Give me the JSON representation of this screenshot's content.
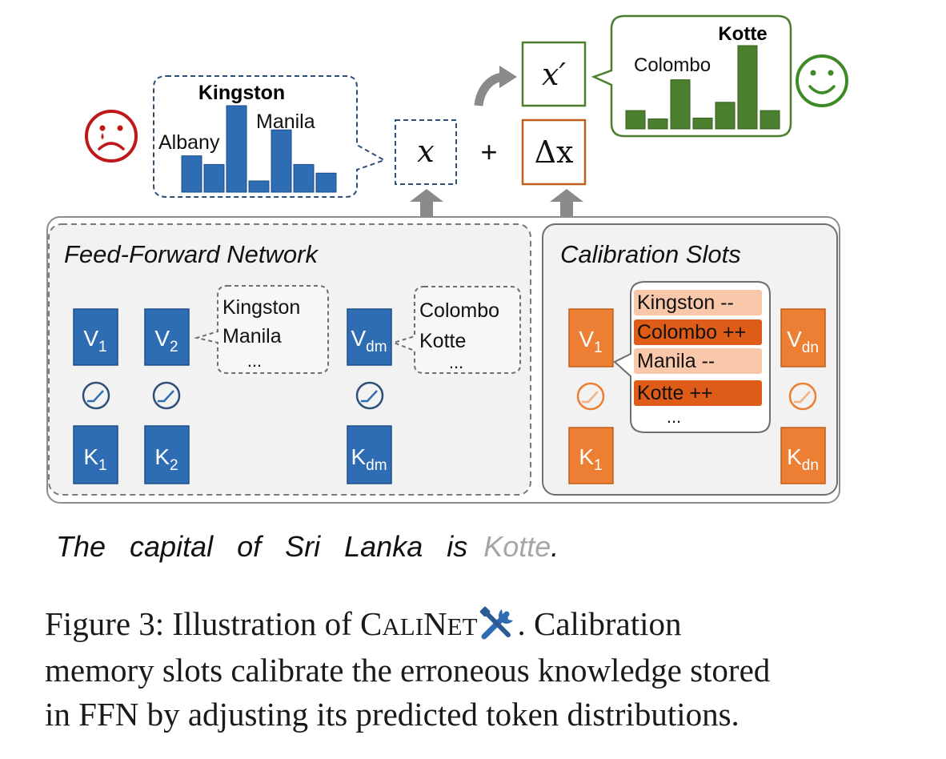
{
  "colors": {
    "ffn_blue": "#2e6db3",
    "calib_orange": "#ec7f33",
    "slot_dark_orange": "#de5c17",
    "slot_light_orange": "#f9c8aa",
    "green": "#4a7f2e",
    "sad_red": "#c0181a",
    "happy_green": "#3e8a26",
    "arrow_gray": "#8a8a8a",
    "panel_gray": "#f2f2f2"
  },
  "left_distribution": {
    "labels": {
      "top": "Kingston",
      "left": "Albany",
      "right": "Manila"
    },
    "bars": [
      0.42,
      0.32,
      1.0,
      0.13,
      0.72,
      0.32,
      0.22
    ]
  },
  "right_distribution": {
    "labels": {
      "top": "Kotte",
      "left": "Colombo"
    },
    "bars": [
      0.22,
      0.12,
      0.59,
      0.13,
      0.32,
      1.0,
      0.22
    ]
  },
  "math": {
    "x": "x",
    "plus": "+",
    "delta_x": "Δx",
    "x_prime": "x′"
  },
  "ffn": {
    "title": "Feed-Forward Network",
    "v1_base": "V",
    "v1_sub": "1",
    "v2_base": "V",
    "v2_sub": "2",
    "vdm_base": "V",
    "vdm_sub": "dm",
    "k1_base": "K",
    "k1_sub": "1",
    "k2_base": "K",
    "k2_sub": "2",
    "kdm_base": "K",
    "kdm_sub": "dm",
    "bubble1": [
      "Kingston",
      "Manila",
      "..."
    ],
    "bubble2": [
      "Colombo",
      "Kotte",
      "..."
    ]
  },
  "calib": {
    "title": "Calibration Slots",
    "v1_base": "V",
    "v1_sub": "1",
    "vdn_base": "V",
    "vdn_sub": "dn",
    "k1_base": "K",
    "k1_sub": "1",
    "kdn_base": "K",
    "kdn_sub": "dn",
    "slots": [
      "Kingston --",
      "Colombo ++",
      "Manila --",
      "Kotte ++"
    ],
    "slots_more": "..."
  },
  "sentence": {
    "prefix": "The   capital   of   Sri   Lanka   is  ",
    "answer": "Kotte",
    "suffix": "."
  },
  "caption": {
    "prefix": "Figure 3:  Illustration of ",
    "name_c": "C",
    "name_ali": "ALI",
    "name_n": "N",
    "name_et": "ET",
    "line1_rest": ".  Calibration",
    "line2": "memory slots calibrate the erroneous knowledge stored",
    "line3": "in FFN by adjusting its predicted token distributions."
  }
}
